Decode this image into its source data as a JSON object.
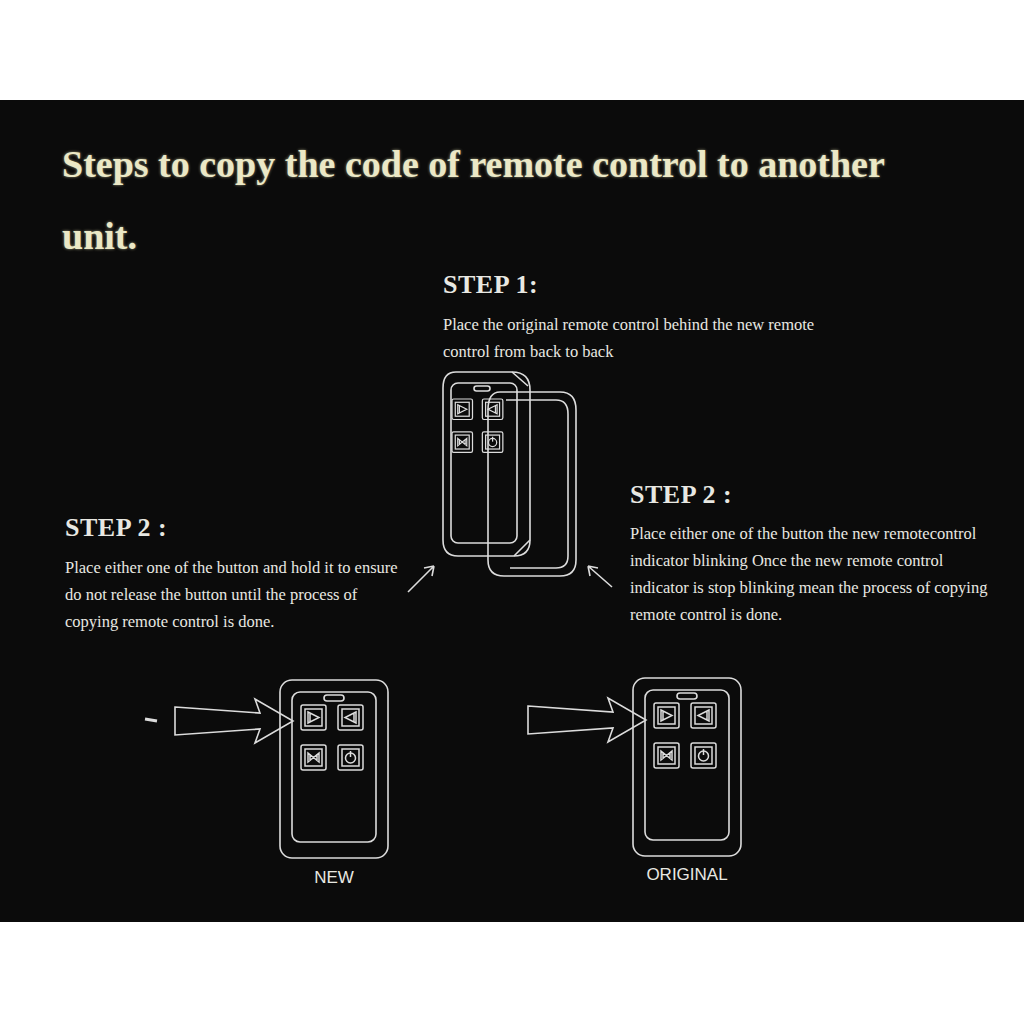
{
  "diagram": {
    "title": "Steps to copy the code of remote control to another unit.",
    "labels": [
      "STEP 1:",
      "Place the original remote control behind the new remote control from back to back",
      "STEP 2 :",
      "Place either one of the button and hold it to ensure do not release the button until the process of copying remote control is done.",
      "STEP 2 :",
      "Place either one of the button the new remotecontrol indicator blinking Once the new remote control indicator is stop blinking mean the process of copying remote control is done.",
      "NEW",
      "ORIGINAL"
    ]
  }
}
